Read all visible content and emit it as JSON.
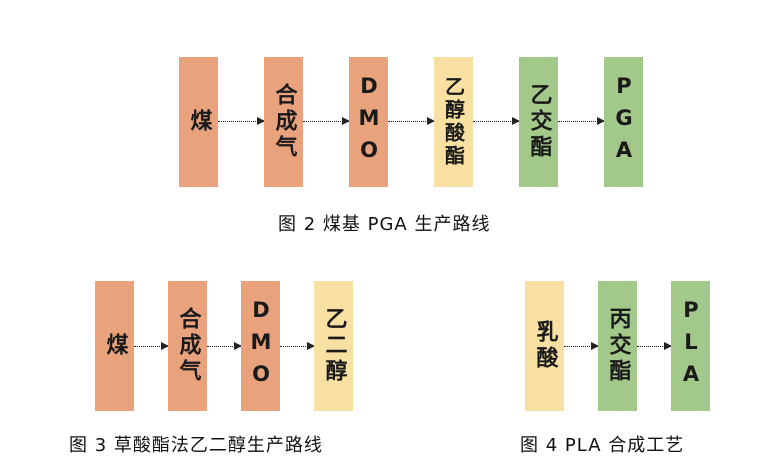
{
  "figure2": {
    "nodes": [
      "煤",
      "合成气",
      "DMO",
      "乙醇酸酯",
      "乙交酯",
      "PGA"
    ],
    "caption": "图 2  煤基 PGA 生产路线"
  },
  "figure3": {
    "nodes": [
      "煤",
      "合成气",
      "DMO",
      "乙二醇"
    ],
    "caption": "图 3  草酸酯法乙二醇生产路线"
  },
  "figure4": {
    "nodes": [
      "乳酸",
      "丙交酯",
      "PLA"
    ],
    "caption": "图 4  PLA 合成工艺"
  },
  "colors": {
    "orange": "#e8a37c",
    "yellow": "#f8e0a2",
    "green": "#a3c98a",
    "arrow": "#222222"
  }
}
